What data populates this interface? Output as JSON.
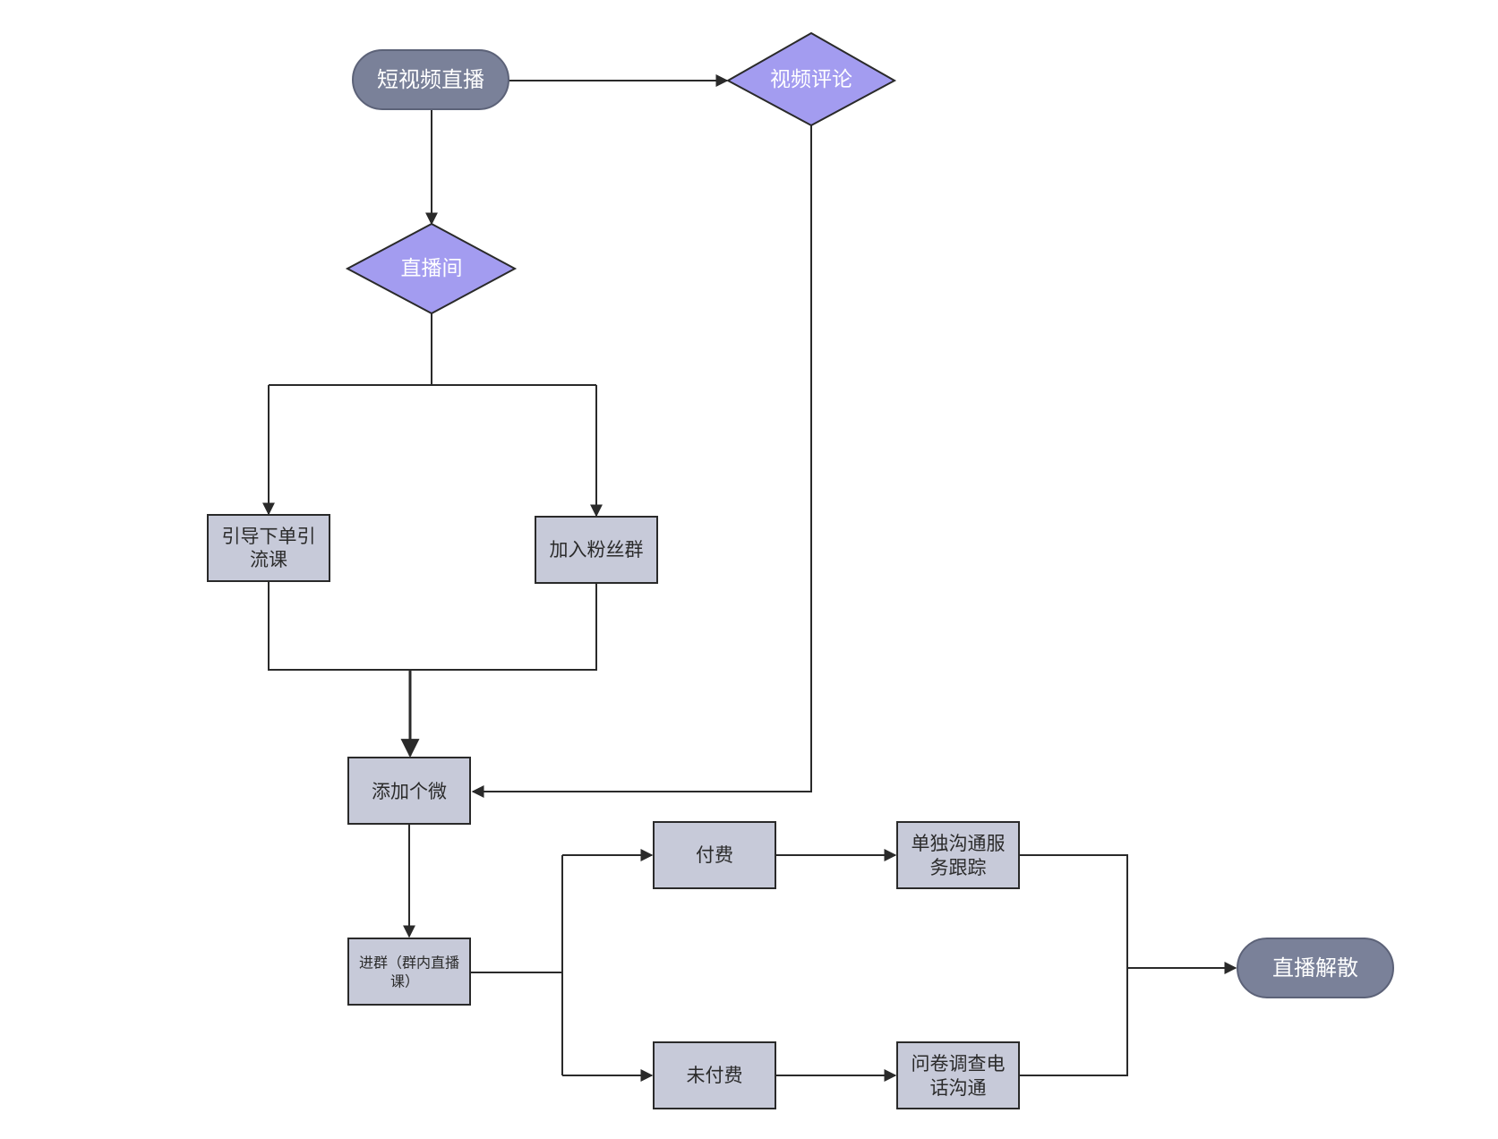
{
  "colors": {
    "terminal_fill": "#7a8199",
    "decision_fill": "#a39cf0",
    "process_fill": "#c7cad9",
    "stroke": "#2a2a2a",
    "light_text": "#ffffff",
    "dark_text": "#2b2b2b"
  },
  "nodes": {
    "start": "短视频直播",
    "video_comment": "视频评论",
    "live_room": "直播间",
    "guide_order_line1": "引导下单引",
    "guide_order_line2": "流课",
    "join_fan_group": "加入粉丝群",
    "add_personal_wechat": "添加个微",
    "join_group_line1": "进群（群内直播",
    "join_group_line2": "课）",
    "paid": "付费",
    "unpaid": "未付费",
    "individual_service_line1": "单独沟通服",
    "individual_service_line2": "务跟踪",
    "survey_call_line1": "问卷调查电",
    "survey_call_line2": "话沟通",
    "end": "直播解散"
  }
}
